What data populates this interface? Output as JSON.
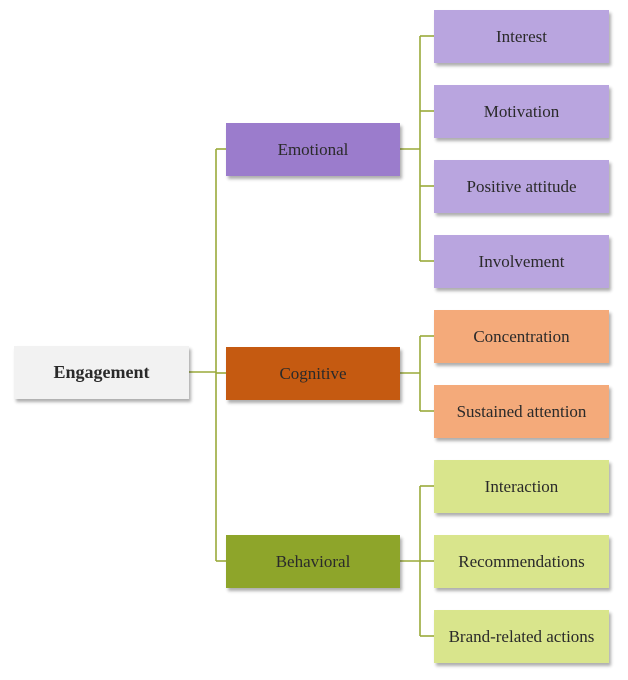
{
  "root": {
    "label": "Engagement",
    "color": "#f2f2f2"
  },
  "categories": [
    {
      "label": "Emotional",
      "color": "#9b7ccc",
      "children": [
        {
          "label": "Interest",
          "color": "#b9a5df"
        },
        {
          "label": "Motivation",
          "color": "#b9a5df"
        },
        {
          "label": "Positive attitude",
          "color": "#b9a5df"
        },
        {
          "label": "Involvement",
          "color": "#b9a5df"
        }
      ]
    },
    {
      "label": "Cognitive",
      "color": "#c55a11",
      "children": [
        {
          "label": "Concentration",
          "color": "#f4aa7a"
        },
        {
          "label": "Sustained attention",
          "color": "#f4aa7a"
        }
      ]
    },
    {
      "label": "Behavioral",
      "color": "#8ea52a",
      "children": [
        {
          "label": "Interaction",
          "color": "#d9e58c"
        },
        {
          "label": "Recommendations",
          "color": "#d9e58c"
        },
        {
          "label": "Brand-related actions",
          "color": "#d9e58c"
        }
      ]
    }
  ],
  "connector_color": "#9aaa3a"
}
